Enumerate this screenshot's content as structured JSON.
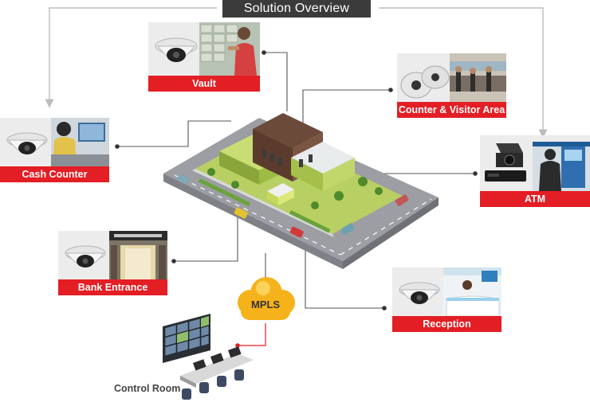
{
  "title": "Solution Overview",
  "nodes": {
    "vault": "Vault",
    "counter_visitor": "Counter & Visitor Area",
    "cash_counter": "Cash Counter",
    "atm": "ATM",
    "bank_entrance": "Bank Entrance",
    "reception": "Reception",
    "mpls": "MPLS",
    "control_room": "Control Room"
  },
  "colors": {
    "title_bg": "#3b3b3b",
    "label_red": "#e31e24",
    "cloud_yellow": "#f6b21a",
    "connector": "#555555",
    "arrow_grey": "#bdbdbd",
    "card_bg": "#ececec"
  },
  "icons": [
    "dome-camera-icon",
    "cloud-icon",
    "monitor-wall-icon",
    "building-icon",
    "pinhole-camera-icon"
  ]
}
